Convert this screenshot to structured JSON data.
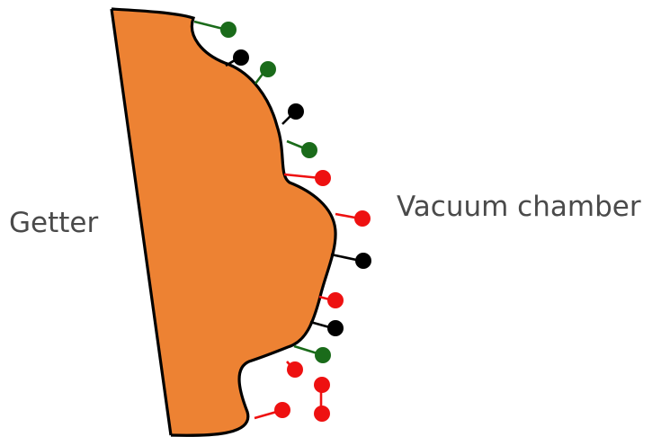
{
  "labels": {
    "getter": "Getter",
    "vacuum_chamber": "Vacuum chamber"
  },
  "colors": {
    "getter_fill": "#ED8233",
    "outline": "#000000",
    "text": "#4a4a4a",
    "molecule_green": "#1A6B1A",
    "molecule_black": "#000000",
    "molecule_red": "#EE1111"
  },
  "molecules": [
    {
      "color": "green",
      "state": "adsorbed"
    },
    {
      "color": "black",
      "state": "adsorbed"
    },
    {
      "color": "green",
      "state": "adsorbed"
    },
    {
      "color": "black",
      "state": "adsorbed"
    },
    {
      "color": "green",
      "state": "adsorbed"
    },
    {
      "color": "red",
      "state": "adsorbed"
    },
    {
      "color": "red",
      "state": "adsorbed"
    },
    {
      "color": "black",
      "state": "adsorbed"
    },
    {
      "color": "red",
      "state": "adsorbed"
    },
    {
      "color": "black",
      "state": "adsorbed"
    },
    {
      "color": "green",
      "state": "adsorbed"
    },
    {
      "color": "red",
      "state": "free"
    },
    {
      "color": "red",
      "state": "free"
    },
    {
      "color": "red",
      "state": "adsorbed"
    }
  ]
}
